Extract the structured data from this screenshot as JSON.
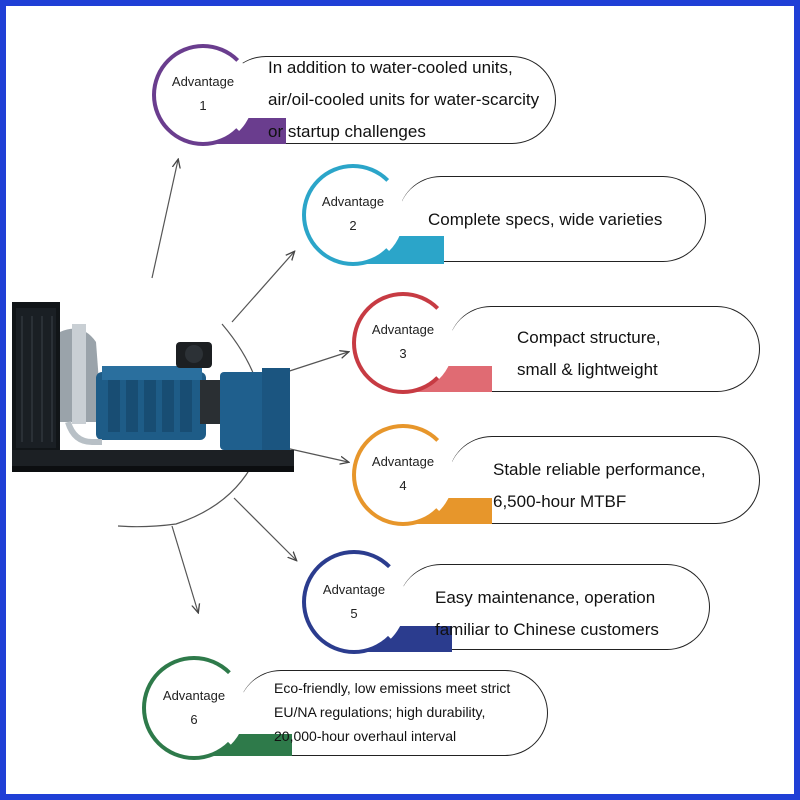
{
  "colors": {
    "frame": "#1f3fd6",
    "adv1": "#6a3d8e",
    "adv2": "#2ba5c9",
    "adv3": "#c73b43",
    "adv4": "#e7962b",
    "adv5": "#2b3c8e",
    "adv6": "#2e7a4a"
  },
  "image": {
    "subject": "diesel generator set"
  },
  "advantages": [
    {
      "label": "Advantage",
      "number": "1",
      "lines": [
        "In addition to water-cooled units,",
        "air/oil-cooled units for water-scarcity",
        "or startup challenges"
      ]
    },
    {
      "label": "Advantage",
      "number": "2",
      "lines": [
        "Complete specs, wide varieties"
      ]
    },
    {
      "label": "Advantage",
      "number": "3",
      "lines": [
        "Compact structure,",
        "small & lightweight"
      ]
    },
    {
      "label": "Advantage",
      "number": "4",
      "lines": [
        "Stable reliable performance,",
        "6,500-hour MTBF"
      ]
    },
    {
      "label": "Advantage",
      "number": "5",
      "lines": [
        "Easy maintenance, operation",
        "familiar to Chinese customers"
      ]
    },
    {
      "label": "Advantage",
      "number": "6",
      "lines": [
        "Eco-friendly, low emissions meet strict",
        "EU/NA regulations; high durability,",
        "20,000-hour overhaul interval"
      ]
    }
  ]
}
